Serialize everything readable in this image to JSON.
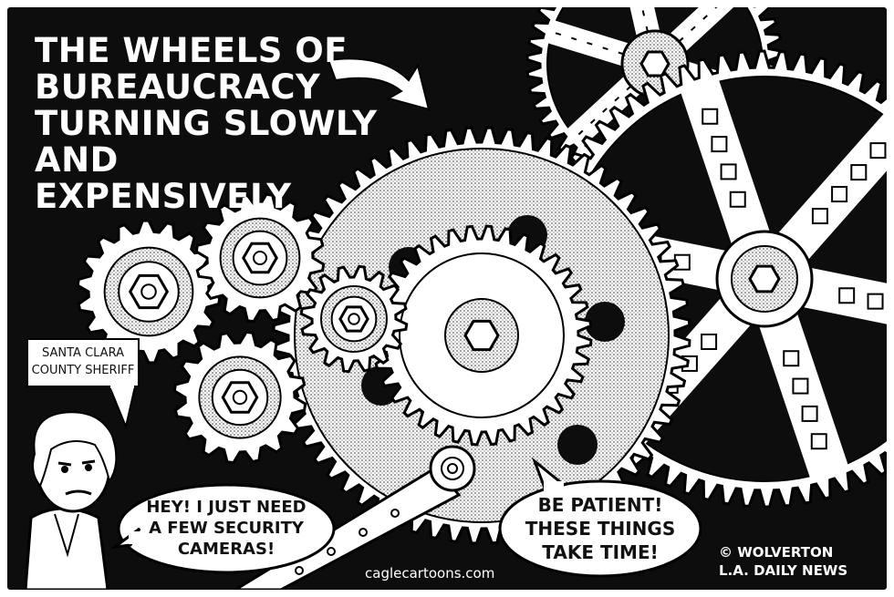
{
  "title": {
    "line1": "THE WHEELS OF",
    "line2": "BUREAUCRACY",
    "line3": "TURNING SLOWLY",
    "line4": "AND EXPENSIVELY"
  },
  "label_box": {
    "line1": "SANTA CLARA",
    "line2": "COUNTY SHERIFF"
  },
  "sheriff_bubble": {
    "line1": "HEY! I JUST NEED",
    "line2": "A FEW SECURITY",
    "line3": "CAMERAS!"
  },
  "gear_bubble": {
    "line1": "BE PATIENT!",
    "line2": "THESE THINGS",
    "line3": "TAKE TIME!"
  },
  "footer": {
    "website": "caglecartoons.com",
    "credit_line1": "© WOLVERTON",
    "credit_line2": "L.A. DAILY NEWS"
  },
  "colors": {
    "background": "#0d0d0d",
    "ink": "#111111",
    "paper": "#ffffff",
    "stipple": "#9a9a9a"
  }
}
